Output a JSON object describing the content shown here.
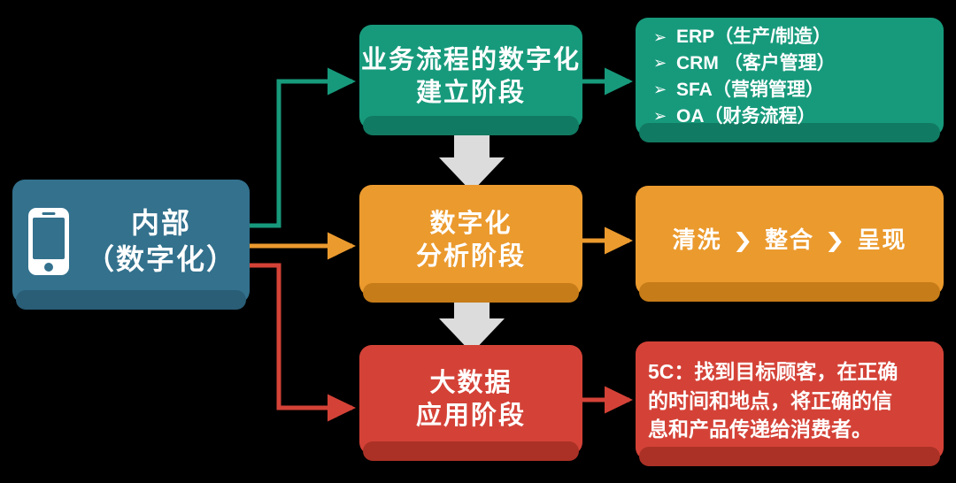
{
  "diagram": {
    "source": {
      "icon": "smartphone-icon",
      "line1": "内部",
      "line2": "（数字化）",
      "color": "#33718d"
    },
    "stages": [
      {
        "id": "stage-green",
        "line1": "业务流程的数字化",
        "line2": "建立阶段",
        "color": "#179a7c"
      },
      {
        "id": "stage-orange",
        "line1": "数字化",
        "line2": "分析阶段",
        "color": "#eb9a2e"
      },
      {
        "id": "stage-red",
        "line1": "大数据",
        "line2": "应用阶段",
        "color": "#d44237"
      }
    ],
    "details": {
      "green": {
        "bullet_glyph": "➢",
        "items": [
          "ERP（生产/制造）",
          "CRM （客户管理）",
          "SFA（营销管理）",
          "OA（财务流程）"
        ],
        "color": "#179a7c"
      },
      "orange": {
        "steps": [
          "清洗",
          "整合",
          "呈现"
        ],
        "separator_glyph": "❯",
        "color": "#eb9a2e"
      },
      "red": {
        "line1": "5C：找到目标顾客，在正确",
        "line2": "的时间和地点，将正确的信",
        "line3": "息和产品传递给消费者。",
        "color": "#d44237"
      }
    },
    "connectors": {
      "green_color": "#179a7c",
      "orange_color": "#eb9a2e",
      "red_color": "#d44237",
      "vertical_arrow_color": "#dcdcdc"
    }
  }
}
